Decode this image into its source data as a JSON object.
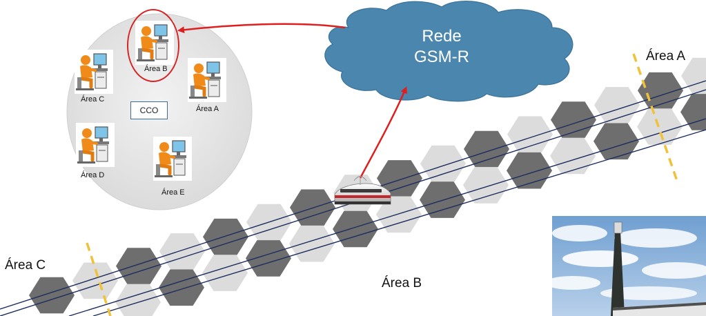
{
  "cloud": {
    "line1": "Rede",
    "line2": "GSM-R",
    "color": "#4a86ad"
  },
  "control_center": {
    "label": "CCO",
    "operators": [
      {
        "id": "b",
        "label": "Área B",
        "highlighted": true
      },
      {
        "id": "c",
        "label": "Área C",
        "highlighted": false
      },
      {
        "id": "a",
        "label": "Área A",
        "highlighted": false
      },
      {
        "id": "d",
        "label": "Área D",
        "highlighted": false
      },
      {
        "id": "e",
        "label": "Área E",
        "highlighted": false
      }
    ]
  },
  "railway_areas": {
    "a": "Área A",
    "b": "Área B",
    "c": "Área C"
  },
  "colors": {
    "arrow": "#dd1f1f",
    "hex_dark": "#6e6e6e",
    "hex_light": "#dcdcdc",
    "track": "#1d2d5e",
    "boundary": "#f0c23b"
  }
}
